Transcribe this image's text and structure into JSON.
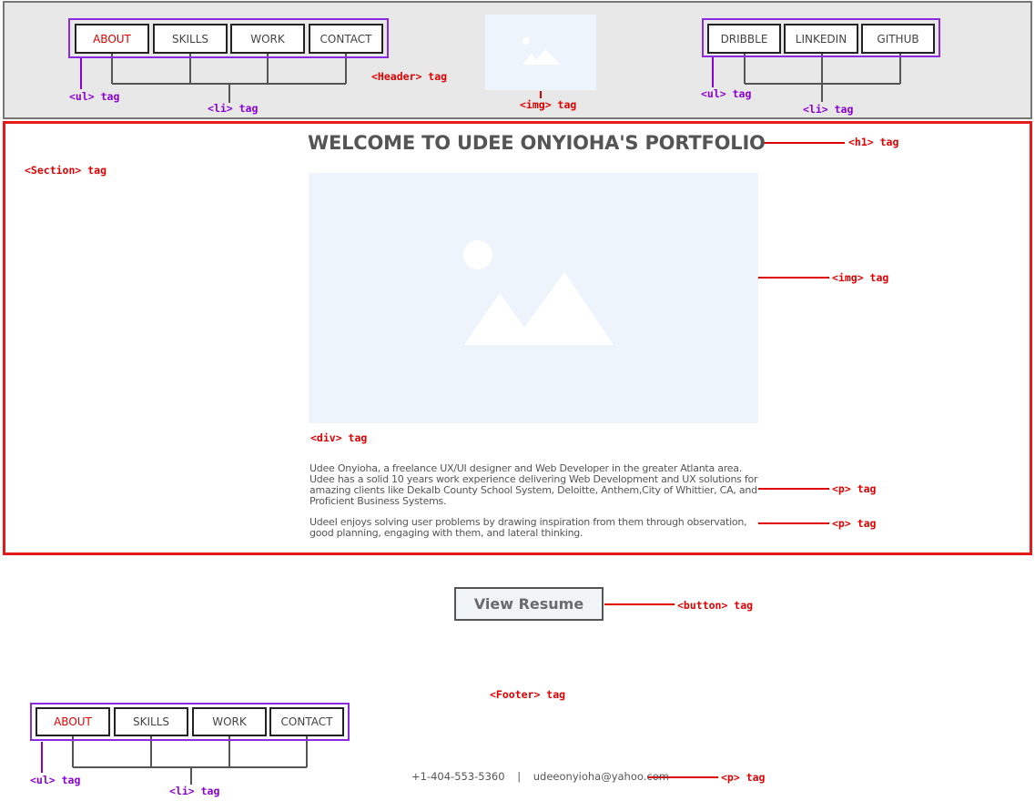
{
  "header": {
    "nav_left": [
      "ABOUT",
      "SKILLS",
      "WORK",
      "CONTACT"
    ],
    "nav_right": [
      "DRIBBLE",
      "LINKEDIN",
      "GITHUB"
    ],
    "labels": {
      "ul_left": "<ul> tag",
      "li_left": "<li> tag",
      "header": "<Header> tag",
      "img": "<img> tag",
      "ul_right": "<ul> tag",
      "li_right": "<li> tag"
    }
  },
  "section": {
    "label": "<Section> tag",
    "title": "WELCOME TO UDEE ONYIOHA'S PORTFOLIO",
    "h1_label": "<h1> tag",
    "img_label": "<img> tag",
    "div_label": "<div> tag",
    "paragraph1": "Udee Onyioha, a freelance UX/UI designer and Web Developer in the greater Atlanta area. Udee has a solid 10 years work experience delivering  Web Development and UX solutions for amazing clients like Dekalb County School System, Deloitte, Anthem,City of Whittier, CA, and Proficient Business Systems.",
    "paragraph2": "UdeeI enjoys solving user problems by drawing inspiration from them through observation, good planning, engaging with them, and lateral thinking.",
    "p1_label": "<p> tag",
    "p2_label": "<p> tag"
  },
  "button": {
    "label": "View Resume",
    "tag_label": "<button> tag"
  },
  "footer": {
    "label": "<Footer> tag",
    "nav": [
      "ABOUT",
      "SKILLS",
      "WORK",
      "CONTACT"
    ],
    "ul_label": "<ul> tag",
    "li_label": "<li> tag",
    "phone": "+1-404-553-5360",
    "separator": "|",
    "email": "udeeonyioha@yahoo.com",
    "p_label": "<p> tag"
  },
  "colors": {
    "annotation_red": "#e00000",
    "annotation_purple": "#8a00d4",
    "section_border": "#e31b1b",
    "placeholder": "#eef4fb"
  },
  "icons": [
    "image-placeholder-icon"
  ]
}
